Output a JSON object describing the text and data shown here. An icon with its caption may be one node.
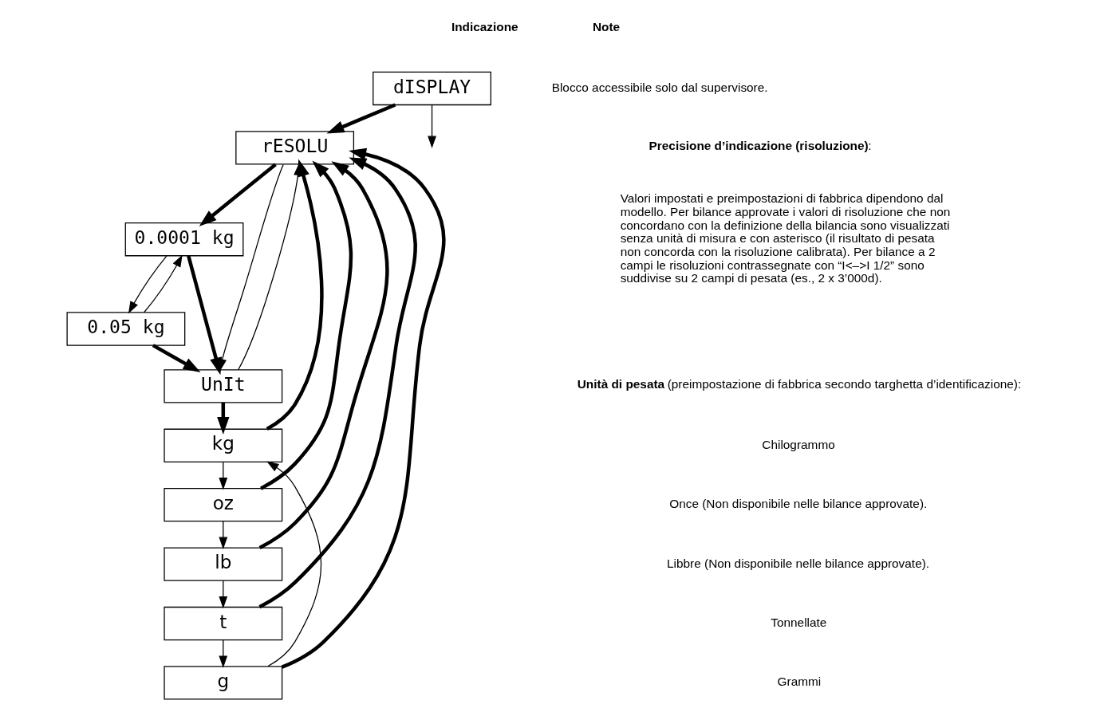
{
  "diagram": {
    "nodes": [
      {
        "text": [
          "dISPLAY"
        ]
      },
      {
        "text": [
          "rESOLU"
        ]
      },
      {
        "text": [
          "0.0001 kg"
        ]
      },
      {
        "text": [
          "0.05 kg"
        ]
      },
      {
        "text": [
          "UnIt"
        ]
      },
      {
        "text": [
          "kg"
        ]
      },
      {
        "text": [
          "oz"
        ]
      },
      {
        "text": [
          "lb"
        ]
      },
      {
        "text": [
          "t"
        ]
      },
      {
        "text": [
          "g"
        ]
      }
    ],
    "edges": [
      {
        "from": 0,
        "to": 1,
        "arrow": "to",
        "style": "thick"
      },
      {
        "from": 0,
        "to": null,
        "arrow": "to"
      },
      {
        "from": 1,
        "to": 2,
        "arrow": "to",
        "style": "thick"
      },
      {
        "from": 2,
        "to": 3,
        "arrow": "to"
      },
      {
        "from": 3,
        "to": 2,
        "arrow": "to"
      },
      {
        "from": 2,
        "to": 4,
        "arrow": "to",
        "style": "thick"
      },
      {
        "from": 3,
        "to": 4,
        "arrow": "to",
        "style": "thick"
      },
      {
        "from": 1,
        "to": 4,
        "arrow": "to"
      },
      {
        "from": 4,
        "to": 5,
        "arrow": "to",
        "style": "thick"
      },
      {
        "from": 5,
        "to": 6,
        "arrow": "to"
      },
      {
        "from": 6,
        "to": 7,
        "arrow": "to"
      },
      {
        "from": 7,
        "to": 8,
        "arrow": "to"
      },
      {
        "from": 8,
        "to": 9,
        "arrow": "to"
      },
      {
        "from": 9,
        "to": 5,
        "arrow": "to"
      },
      {
        "from": 5,
        "to": 1,
        "arrow": "to",
        "style": "thick"
      },
      {
        "from": 6,
        "to": 1,
        "arrow": "to",
        "style": "thick"
      },
      {
        "from": 7,
        "to": 1,
        "arrow": "to",
        "style": "thick"
      },
      {
        "from": 8,
        "to": 1,
        "arrow": "to",
        "style": "thick"
      },
      {
        "from": 9,
        "to": 1,
        "arrow": "to",
        "style": "thick"
      },
      {
        "from": 4,
        "to": 1,
        "arrow": "to"
      }
    ],
    "labels": [
      "**Indicazione**",
      "**Note**",
      "Blocco accessibile solo dal supervisore.",
      "**Precisione d’indicazione (risoluzione)**:",
      "Valori impostati e preimpostazioni di fabbrica dipendono dal modello. Per bilance approvate i valori di risoluzione che non concordano con la definizione della bilancia sono visualizzati senza unità di misura e con asterisco (il risultato di pesata non concorda con la risoluzione calibrata). Per bilance a 2 campi le risoluzioni contrassegnate con “I<–>I 1/2” sono suddivise su 2 campi di pesata (es., 2 x 3’000d).",
      "**Unità di pesata** (preimpostazione di fabbrica secondo targhetta d’identificazione):",
      "Chilogrammo",
      "Once (Non disponibile nelle bilance approvate).",
      "Libbre (Non disponibile nelle bilance approvate).",
      "Tonnellate",
      "Grammi"
    ]
  }
}
